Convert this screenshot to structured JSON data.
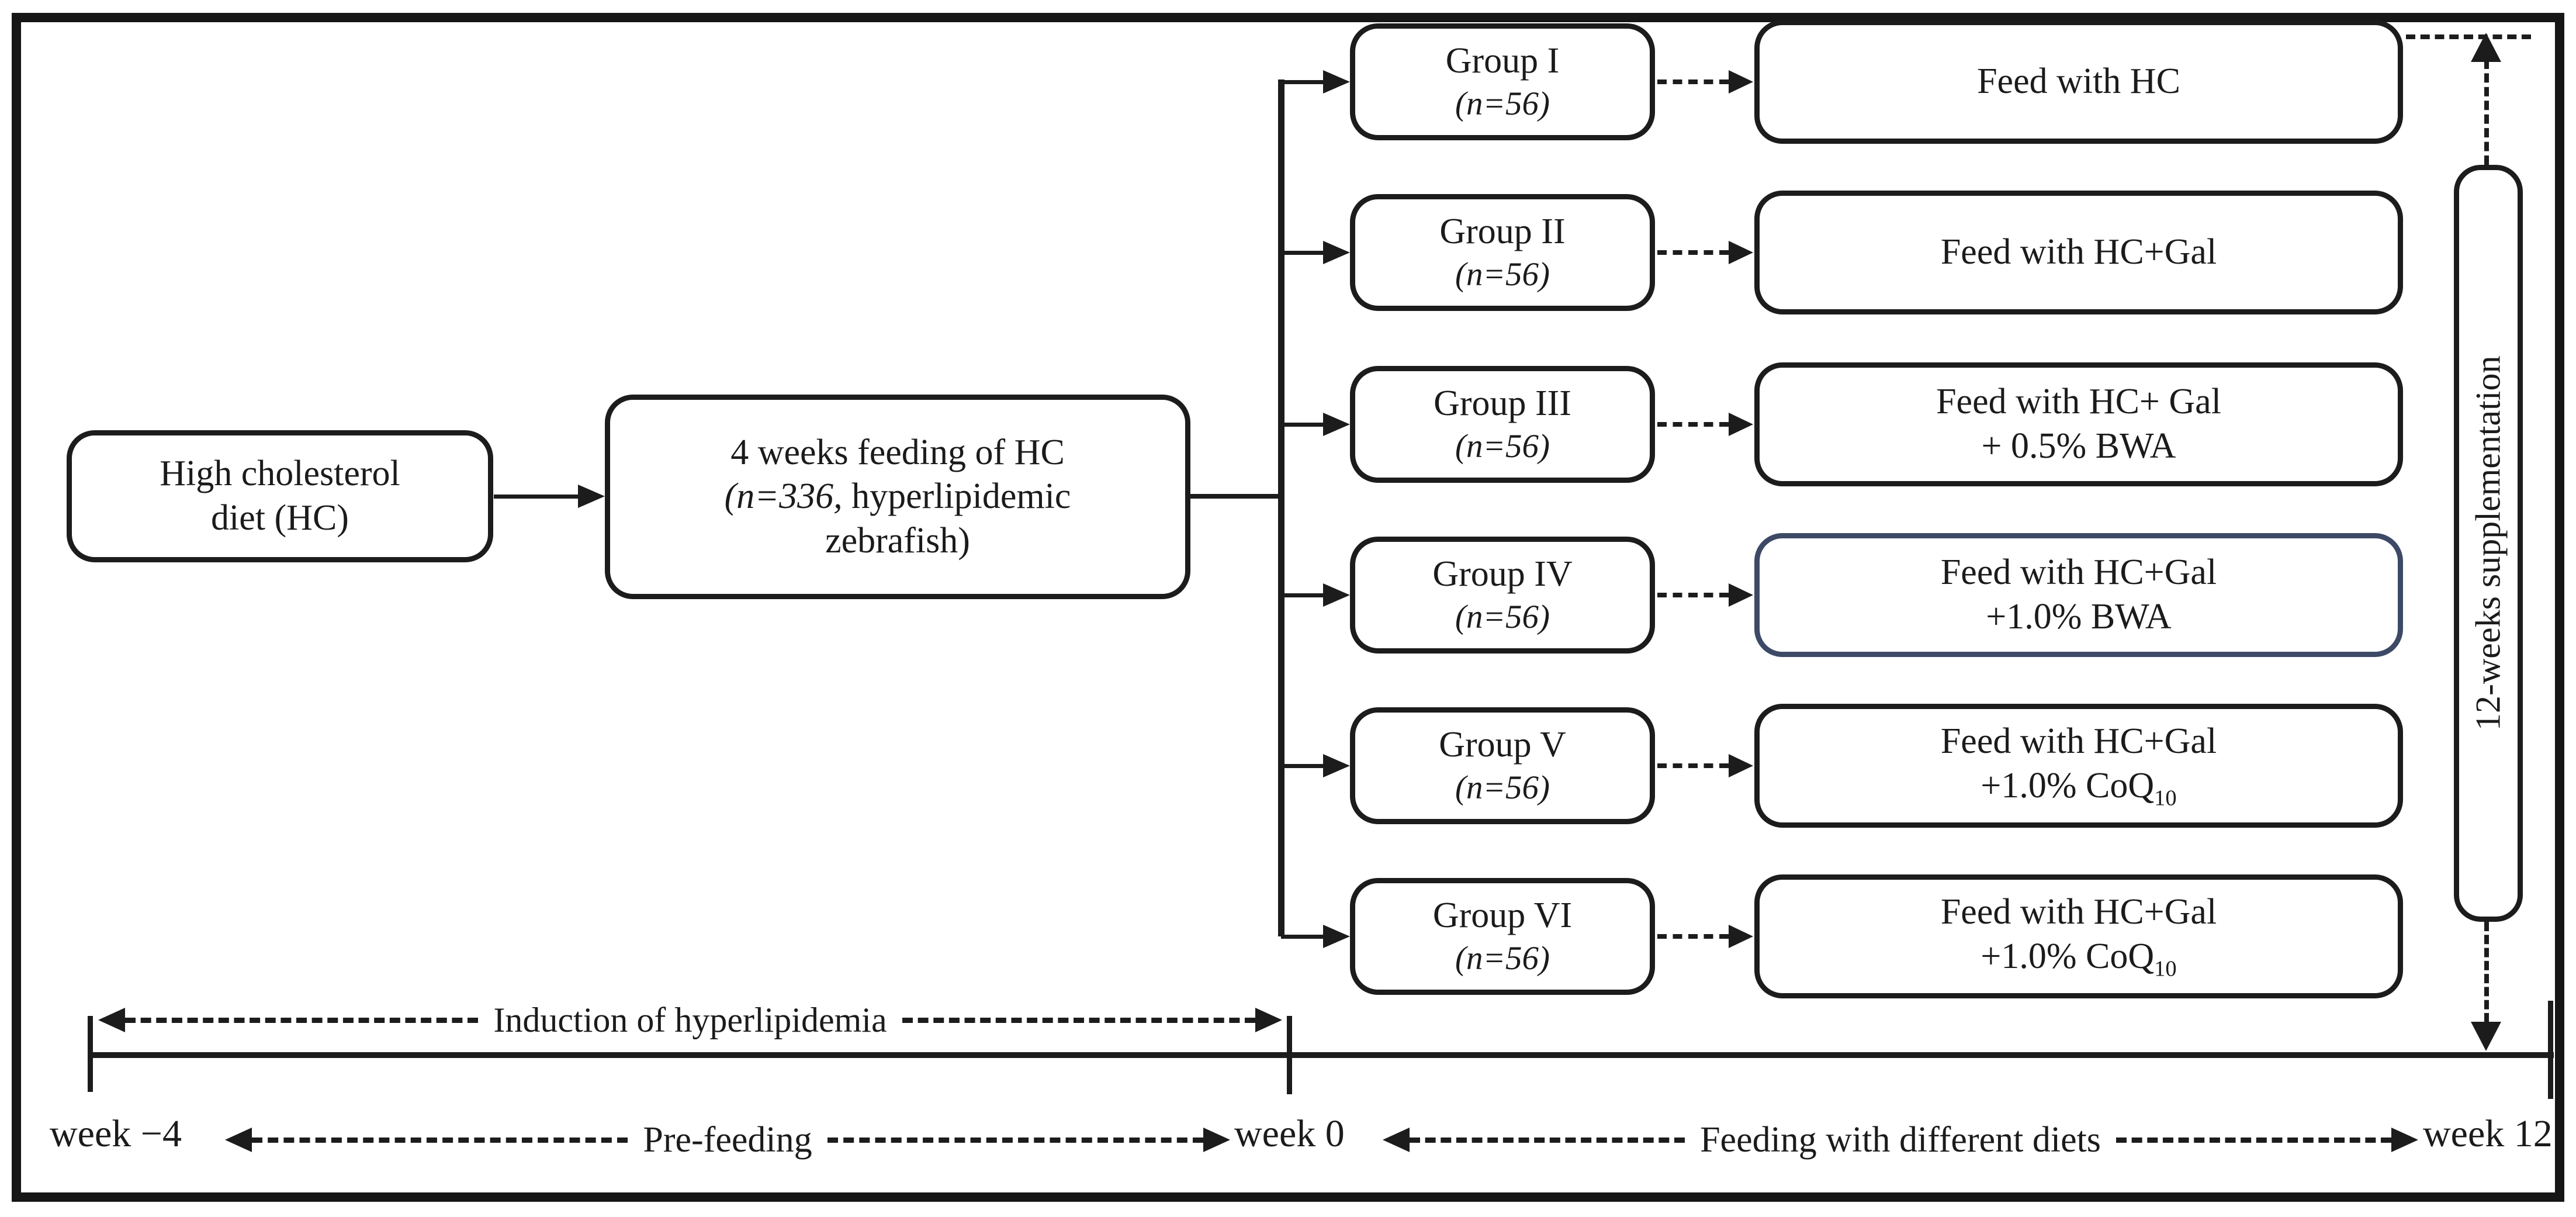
{
  "diagram": {
    "left_box": {
      "line1": "High cholesterol",
      "line2": "diet (HC)"
    },
    "middle_box": {
      "line1": "4 weeks feeding of HC",
      "line2_italic": "(n=336,",
      "line2_rest": " hyperlipidemic",
      "line3": "zebrafish)"
    },
    "groups": [
      {
        "label": "Group I",
        "n": "(n=56)"
      },
      {
        "label": "Group II",
        "n": "(n=56)"
      },
      {
        "label": "Group III",
        "n": "(n=56)"
      },
      {
        "label": "Group IV",
        "n": "(n=56)"
      },
      {
        "label": "Group V",
        "n": "(n=56)"
      },
      {
        "label": "Group VI",
        "n": "(n=56)"
      }
    ],
    "feeds": [
      {
        "line1": "Feed with HC",
        "line2": "",
        "sub": ""
      },
      {
        "line1": "Feed with HC+Gal",
        "line2": "",
        "sub": ""
      },
      {
        "line1": "Feed with HC+ Gal",
        "line2": "+ 0.5% BWA",
        "sub": ""
      },
      {
        "line1": "Feed with HC+Gal",
        "line2": "+1.0% BWA",
        "sub": ""
      },
      {
        "line1": "Feed with HC+Gal",
        "line2": "+1.0% CoQ",
        "sub": "10"
      },
      {
        "line1": "Feed with HC+Gal",
        "line2": "+1.0% CoQ",
        "sub": "10"
      }
    ],
    "supplement_label": "12-weeks supplementation",
    "timeline": {
      "induction": "Induction of hyperlipidemia",
      "week_minus4": "week −4",
      "prefeeding": "Pre-feeding",
      "week0": "week 0",
      "feeding": "Feeding with different diets",
      "week12": "week 12"
    },
    "colors": {
      "line": "#1c1c1c",
      "highlight_border": "#3d4a66",
      "background": "#ffffff"
    }
  }
}
